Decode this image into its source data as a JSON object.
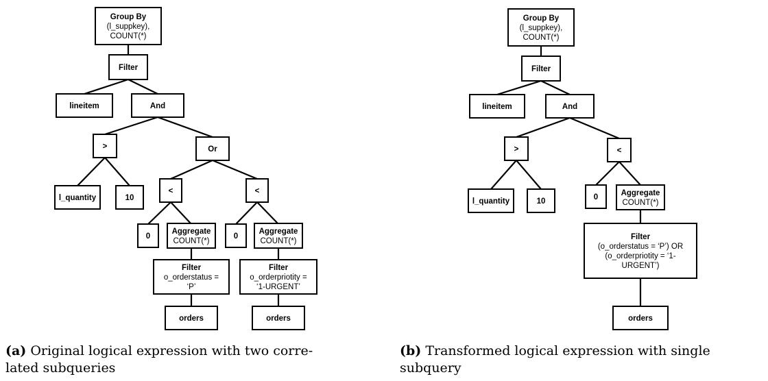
{
  "tree_a": {
    "group_by": [
      "Group By",
      "(l_suppkey),",
      "COUNT(*)"
    ],
    "filter_top": "Filter",
    "lineitem": "lineitem",
    "and": "And",
    "gt": ">",
    "or": "Or",
    "l_quantity": "l_quantity",
    "ten": "10",
    "lt_left": "<",
    "lt_right": "<",
    "zero_left": "0",
    "zero_right": "0",
    "agg_left": [
      "Aggregate",
      "COUNT(*)"
    ],
    "agg_right": [
      "Aggregate",
      "COUNT(*)"
    ],
    "filter_left": [
      "Filter",
      "o_orderstatus =",
      "‘P’"
    ],
    "filter_right": [
      "Filter",
      "o_orderpriotity =",
      "‘1-URGENT’"
    ],
    "orders_left": "orders",
    "orders_right": "orders"
  },
  "tree_b": {
    "group_by": [
      "Group By",
      "(l_suppkey),",
      "COUNT(*)"
    ],
    "filter_top": "Filter",
    "lineitem": "lineitem",
    "and": "And",
    "gt": ">",
    "lt": "<",
    "l_quantity": "l_quantity",
    "ten": "10",
    "zero": "0",
    "agg": [
      "Aggregate",
      "COUNT(*)"
    ],
    "filter": [
      "Filter",
      "(o_orderstatus = ‘P’) OR",
      "(o_orderpriotity = ‘1-",
      "URGENT’)"
    ],
    "orders": "orders"
  },
  "captions": {
    "a_label": "(a)",
    "a_text_line1": "Original logical expression with two corre-",
    "a_text_line2": "lated subqueries",
    "b_label": "(b)",
    "b_text_line1": "Transformed logical expression with single",
    "b_text_line2": "subquery"
  }
}
